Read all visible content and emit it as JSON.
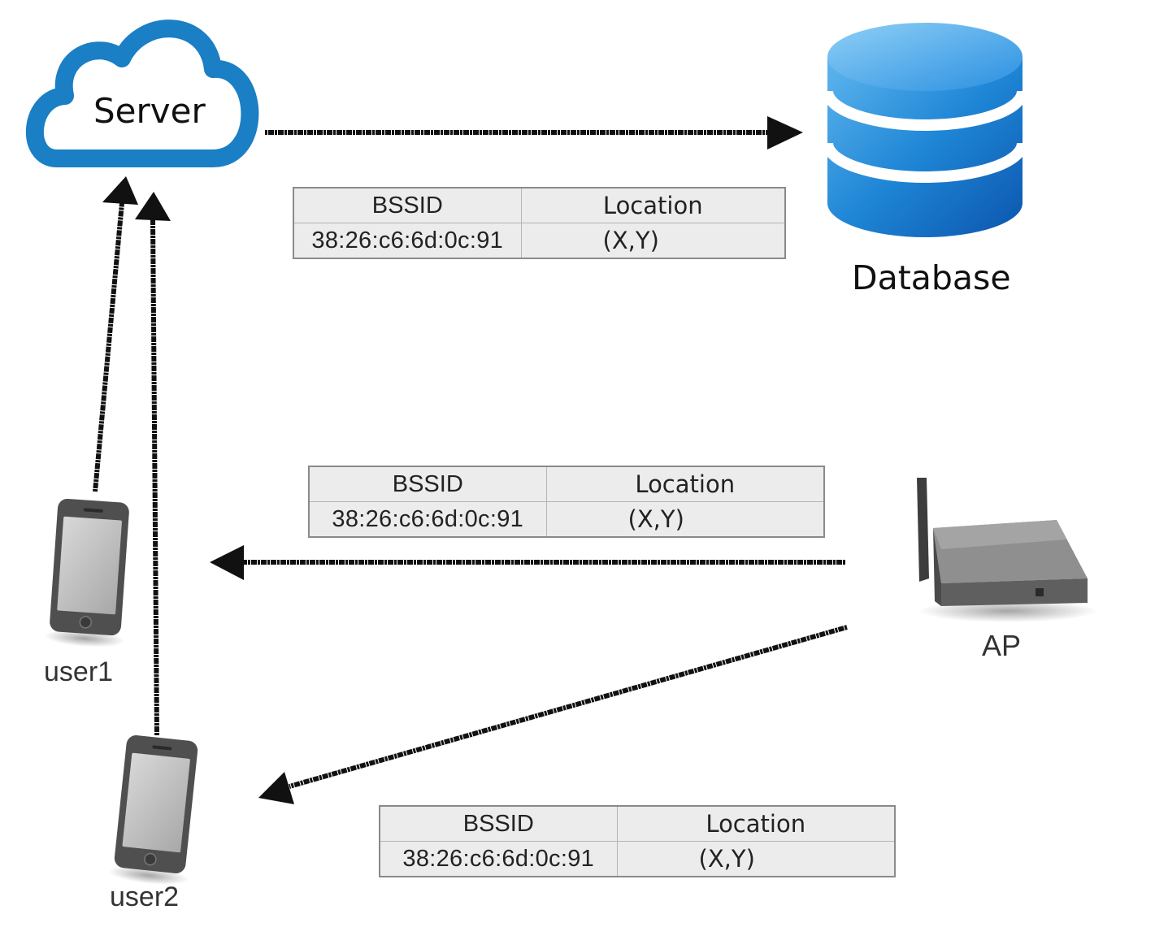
{
  "nodes": {
    "server": "Server",
    "database": "Database",
    "user1": "user1",
    "user2": "user2",
    "ap": "AP"
  },
  "tables": [
    {
      "headers": [
        "BSSID",
        "Location"
      ],
      "row": [
        "38:26:c6:6d:0c:91",
        "(X,Y)"
      ]
    },
    {
      "headers": [
        "BSSID",
        "Location"
      ],
      "row": [
        "38:26:c6:6d:0c:91",
        "(X,Y)"
      ]
    },
    {
      "headers": [
        "BSSID",
        "Location"
      ],
      "row": [
        "38:26:c6:6d:0c:91",
        "(X,Y)"
      ]
    }
  ],
  "colors": {
    "cloud_blue": "#1a7fc4",
    "database_blue": "#1573c9",
    "arrow": "#111111",
    "device_gray": "#5a5a5a"
  },
  "icons": [
    "cloud-icon",
    "database-icon",
    "smartphone-icon",
    "router-icon"
  ]
}
